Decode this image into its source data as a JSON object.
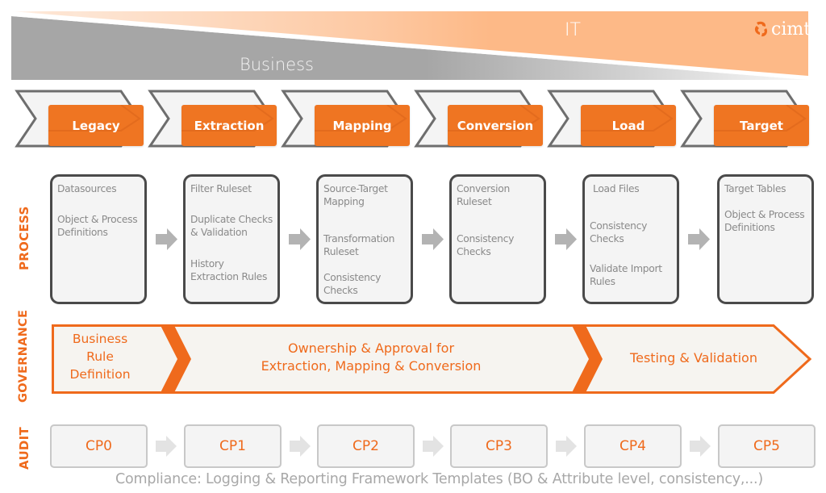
{
  "banner": {
    "business_label": "Business",
    "it_label": "IT",
    "logo_text": "cimt",
    "colors": {
      "business": "#a6a6a6",
      "it": "#fdb987"
    }
  },
  "phases": [
    {
      "label": "Legacy"
    },
    {
      "label": "Extraction"
    },
    {
      "label": "Mapping"
    },
    {
      "label": "Conversion"
    },
    {
      "label": "Load"
    },
    {
      "label": "Target"
    }
  ],
  "side_labels": {
    "process": "PROCESS",
    "governance": "GOVERNANCE",
    "audit": "AUDIT"
  },
  "process": [
    {
      "items": [
        "Datasources",
        "Object & Process\nDefinitions"
      ]
    },
    {
      "items": [
        "Filter Ruleset",
        "Duplicate Checks\n& Validation",
        "History\nExtraction Rules"
      ]
    },
    {
      "items": [
        "Source-Target\nMapping",
        "Transformation\nRuleset",
        "Consistency\nChecks"
      ]
    },
    {
      "items": [
        "Conversion\nRuleset",
        "Consistency\nChecks"
      ]
    },
    {
      "items": [
        "Load Files",
        "Consistency\nChecks",
        "Validate Import\nRules"
      ]
    },
    {
      "items": [
        "Target Tables",
        "Object & Process\nDefinitions"
      ]
    }
  ],
  "governance": [
    {
      "label": "Business\nRule\nDefinition"
    },
    {
      "label": "Ownership & Approval for\nExtraction, Mapping & Conversion"
    },
    {
      "label": "Testing & Validation"
    }
  ],
  "audit": {
    "checkpoints": [
      "CP0",
      "CP1",
      "CP2",
      "CP3",
      "CP4",
      "CP5"
    ],
    "compliance_note": "Compliance: Logging & Reporting Framework Templates (BO & Attribute level, consistency,...)"
  },
  "colors": {
    "accent": "#ef7522",
    "accent_text": "#ef6a1c",
    "box_border": "#4a4a4a",
    "box_fill": "#f4f4f4",
    "muted_text": "#8a8a8a",
    "arrow": "#b3b3b3"
  }
}
